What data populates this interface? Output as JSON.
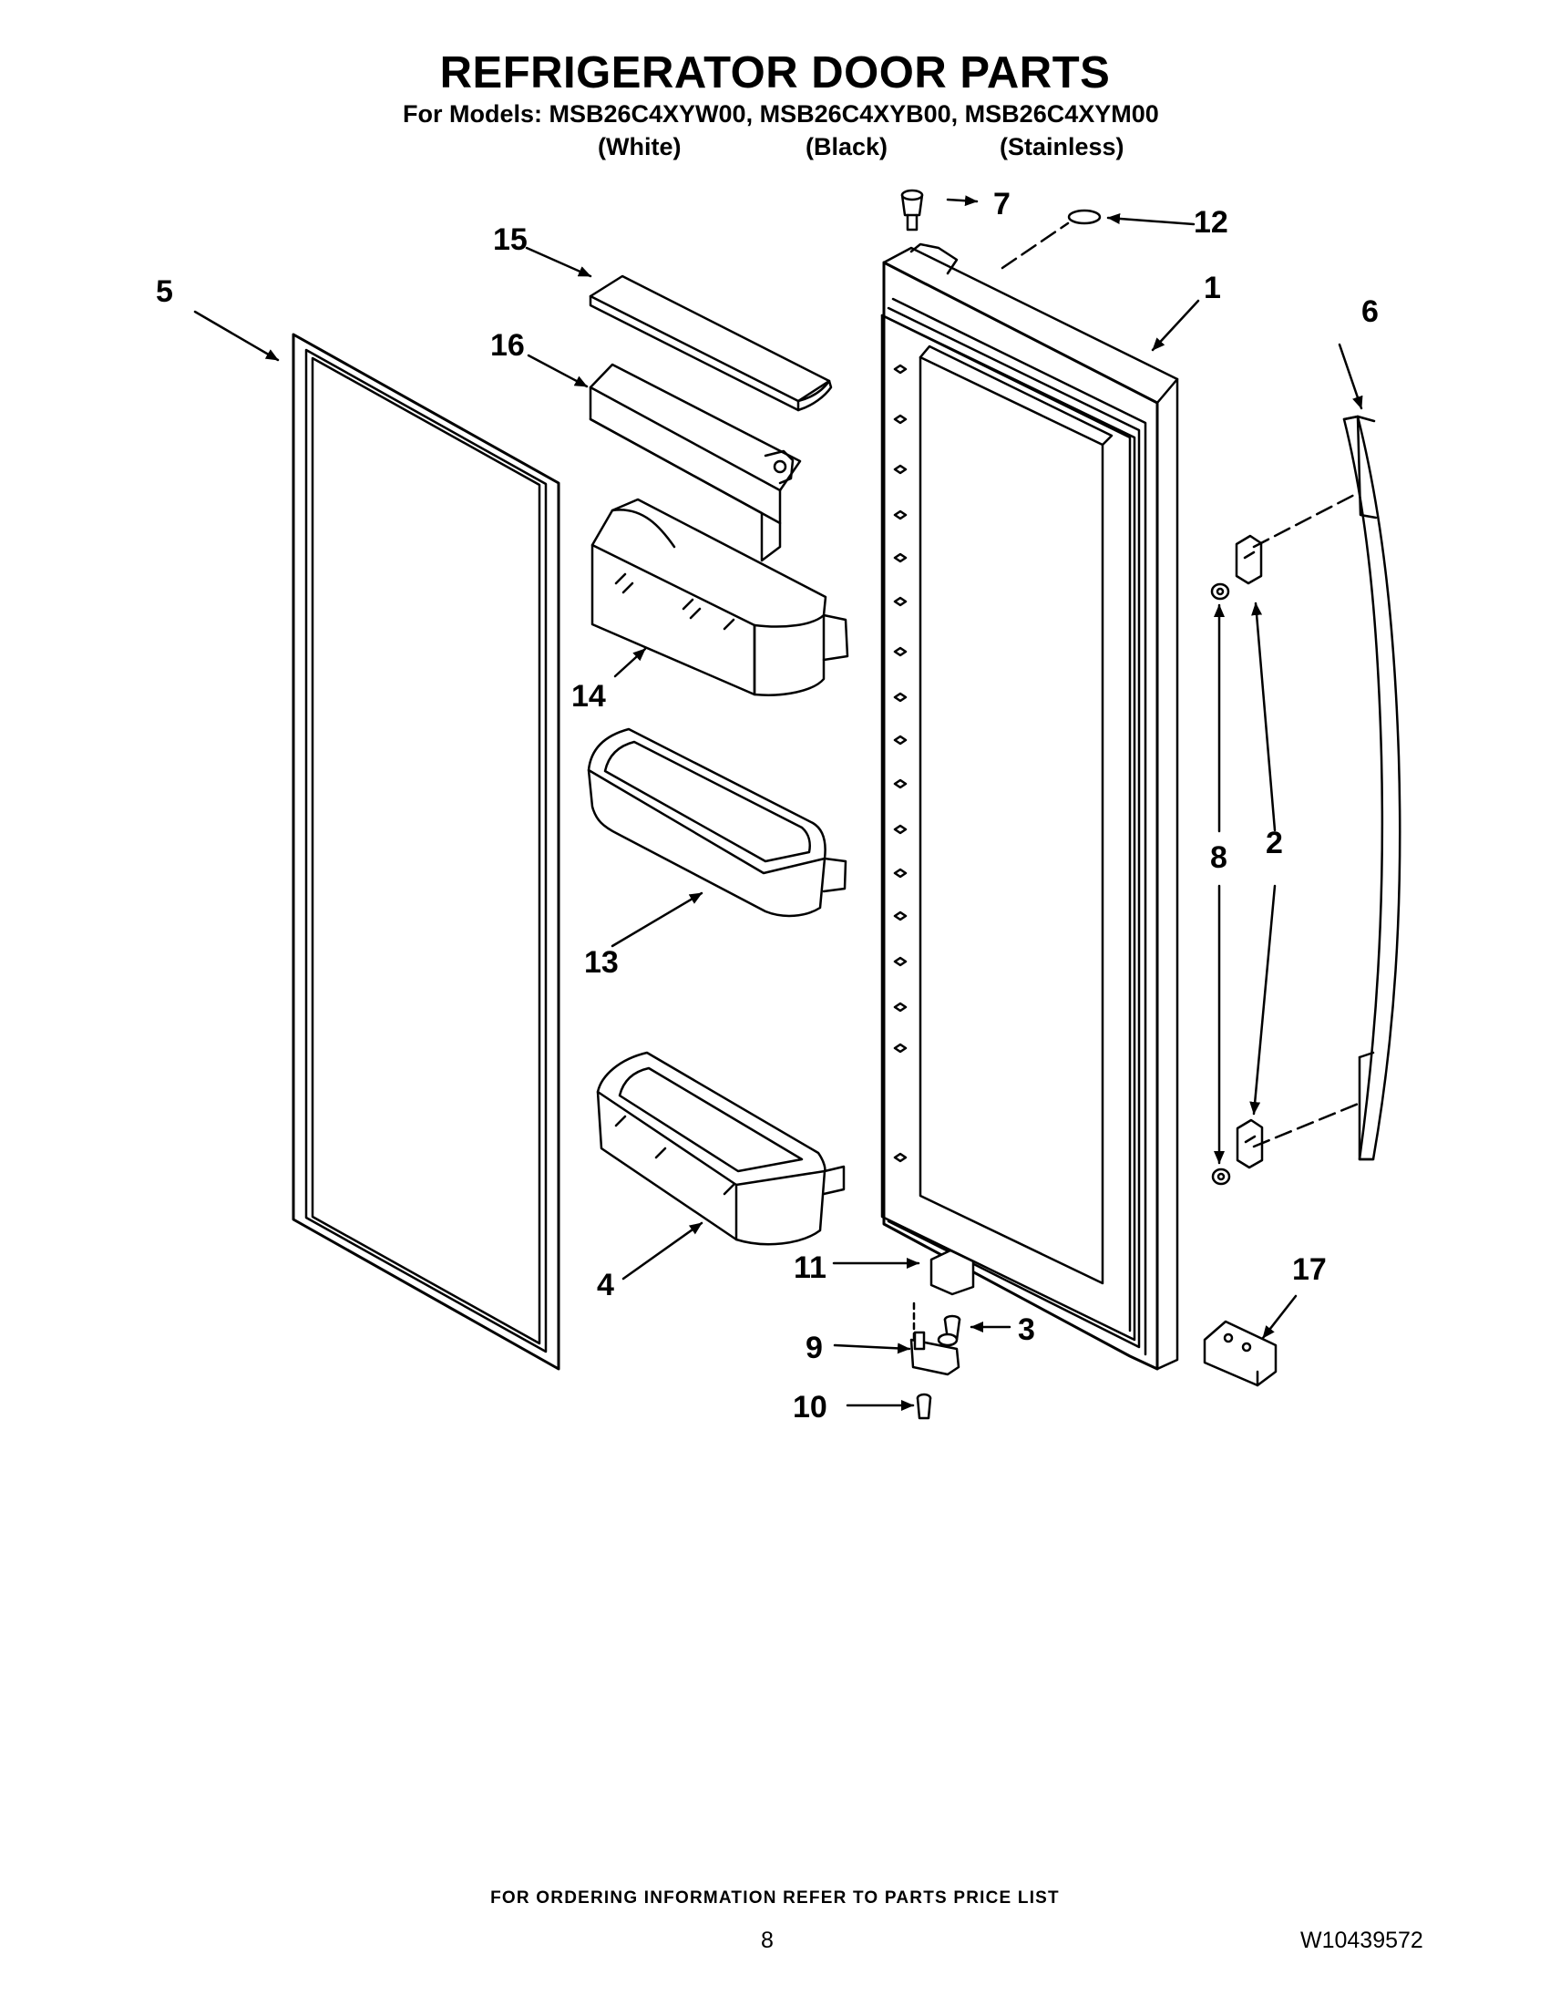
{
  "header": {
    "title": "REFRIGERATOR DOOR PARTS",
    "models_line": "For Models: MSB26C4XYW00, MSB26C4XYB00, MSB26C4XYM00",
    "finishes": [
      "(White)",
      "(Black)",
      "(Stainless)"
    ]
  },
  "callouts": [
    "1",
    "2",
    "3",
    "4",
    "5",
    "6",
    "7",
    "8",
    "9",
    "10",
    "11",
    "12",
    "13",
    "14",
    "15",
    "16",
    "17"
  ],
  "footer": {
    "ordering_note": "FOR ORDERING INFORMATION REFER TO PARTS PRICE LIST",
    "page_number": "8",
    "document_number": "W10439572"
  }
}
